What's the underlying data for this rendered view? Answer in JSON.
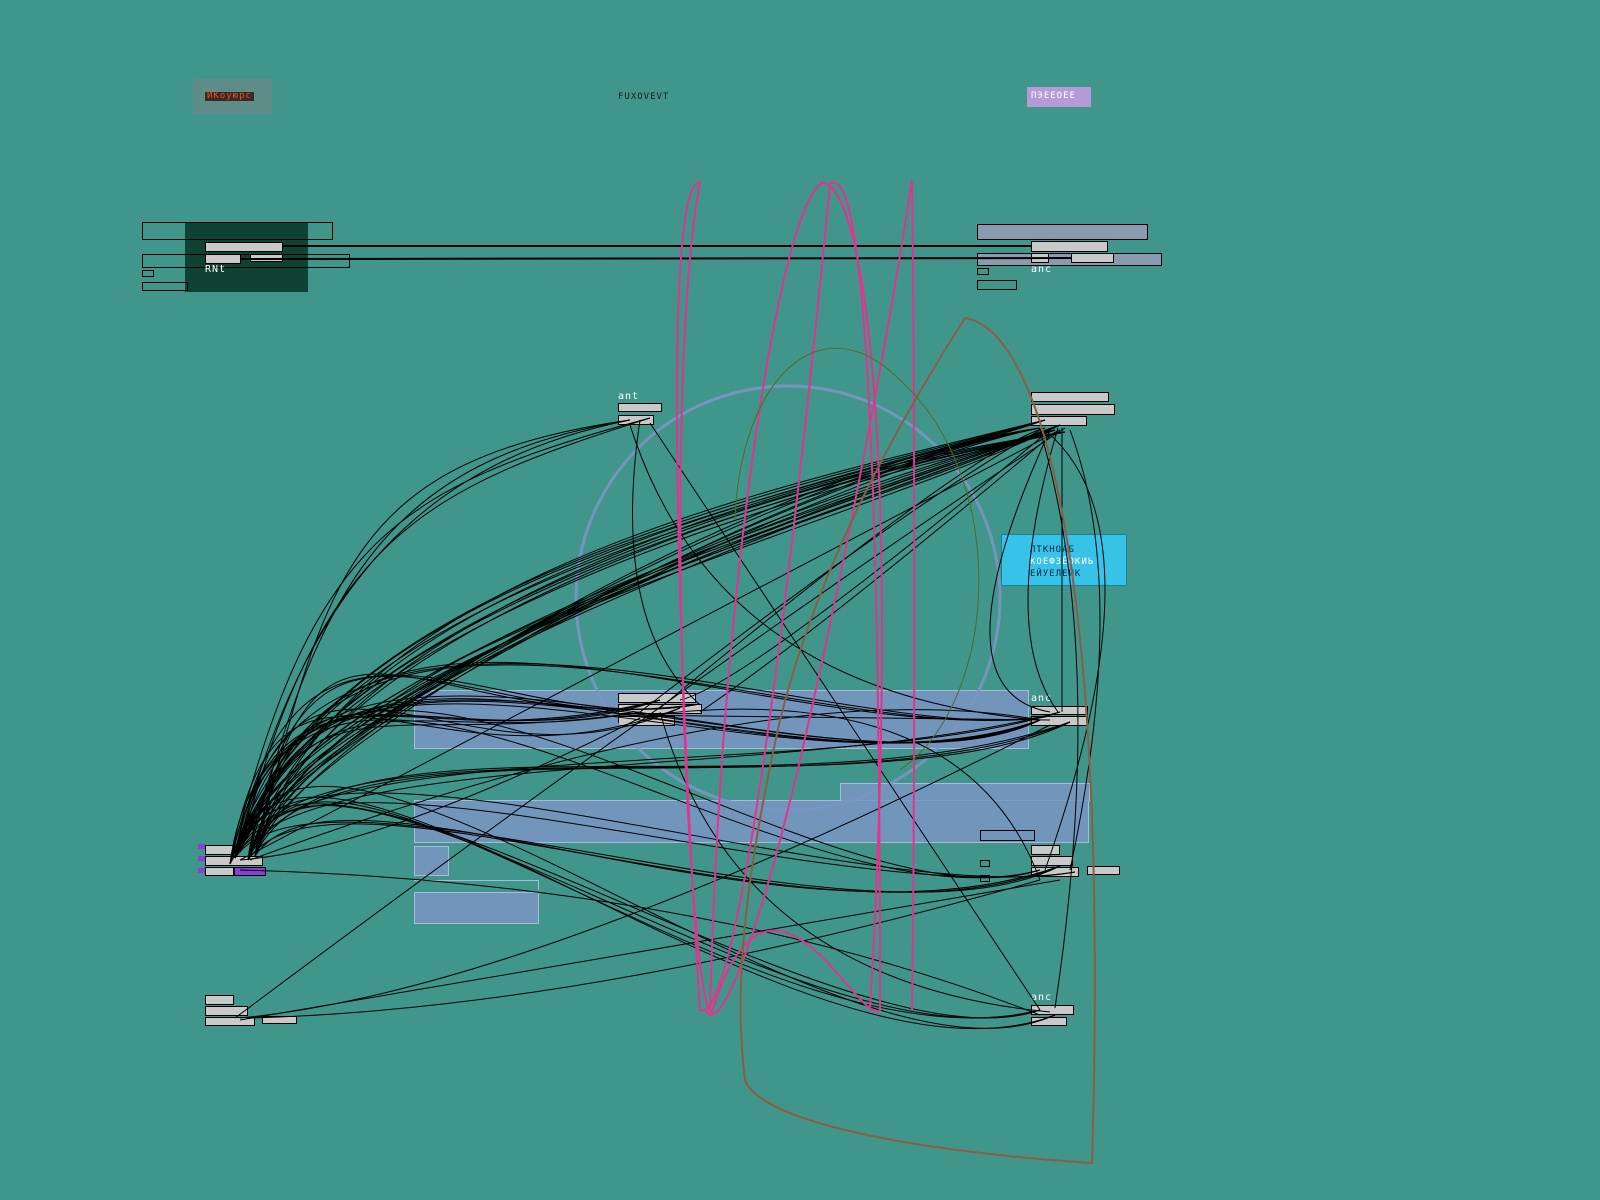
{
  "header": {
    "left_tag": "ЙКоуюрс",
    "center_title": "FUXOVEVT",
    "right_tag": "ПЭЕЕОЕЕ"
  },
  "nodes": {
    "n1_label": "RNt",
    "n2_label": "anc",
    "n3_label": "ant",
    "n4_label": "anc",
    "n5_label": "anc"
  },
  "comment": {
    "lines": [
      "ЛТКНОАБ",
      "КОЕФЗЁОКИЬ",
      "ЕЙУЕЛЕЙК"
    ]
  },
  "colors": {
    "background": "#41968b",
    "wire": "#000000",
    "pink": "#e0358e",
    "brown": "#8a5e45",
    "circle": "#7b95c4",
    "panel": "#7b95c4",
    "comment": "#37c2e8",
    "dark_panel": "#0f4233",
    "left_tag_bg": "#5e8c88",
    "left_tag_fg": "#e8502a",
    "right_tag_bg": "#b69ad6",
    "node_fill": "#c9c9c9",
    "accent_purple": "#8b3fd6"
  }
}
